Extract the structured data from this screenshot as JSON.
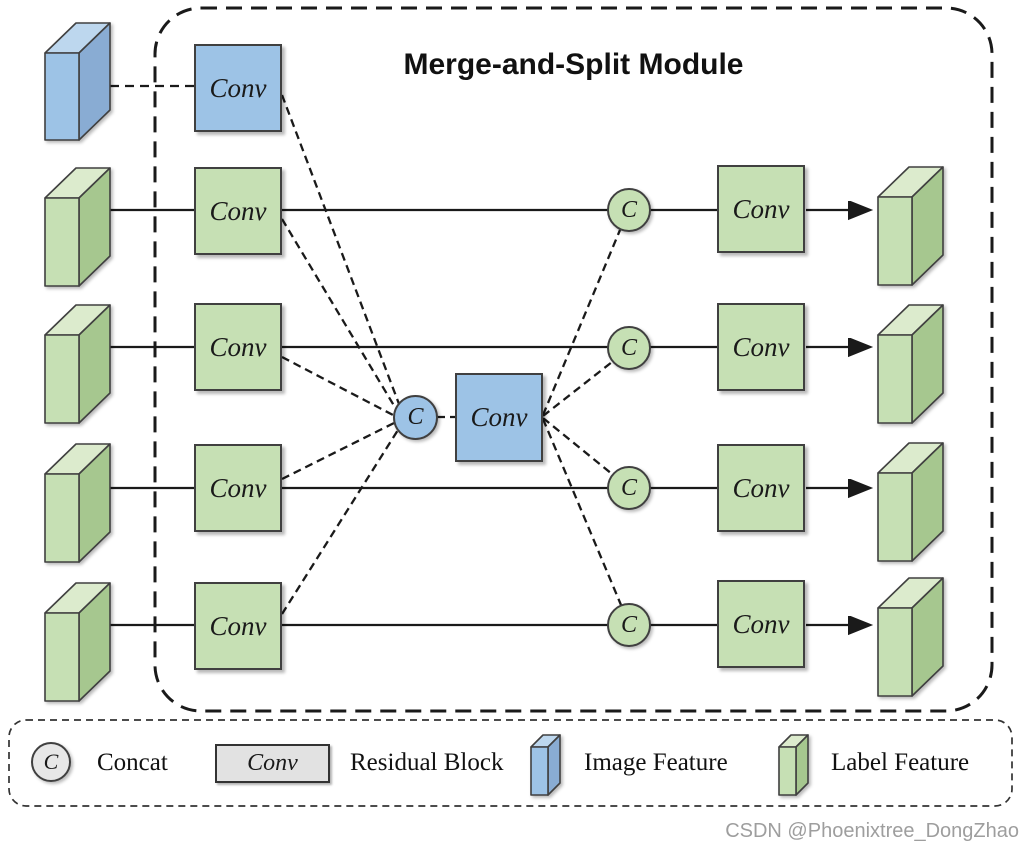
{
  "title": "Merge-and-Split Module",
  "watermark": "CSDN @Phoenixtree_DongZhao",
  "module": {
    "conv_label": "Conv",
    "concat_label": "C",
    "label_feature_rows": 4,
    "image_feature_rows": 1
  },
  "legend": {
    "concat_symbol": "C",
    "concat_label": "Concat",
    "residual_symbol": "Conv",
    "residual_label": "Residual Block",
    "image_feature_label": "Image Feature",
    "label_feature_label": "Label Feature"
  },
  "colors": {
    "image_feature": "#9DC3E6",
    "image_feature_top": "#BDD7EE",
    "image_feature_side": "#89ACD3",
    "label_feature": "#C6E0B4",
    "label_feature_top": "#DCEBCD",
    "label_feature_side": "#A6C78F",
    "legend_fill": "#E7E7E7",
    "outline": "#404040",
    "line": "#1A1A1A",
    "watermark": "#9E9E9E"
  }
}
